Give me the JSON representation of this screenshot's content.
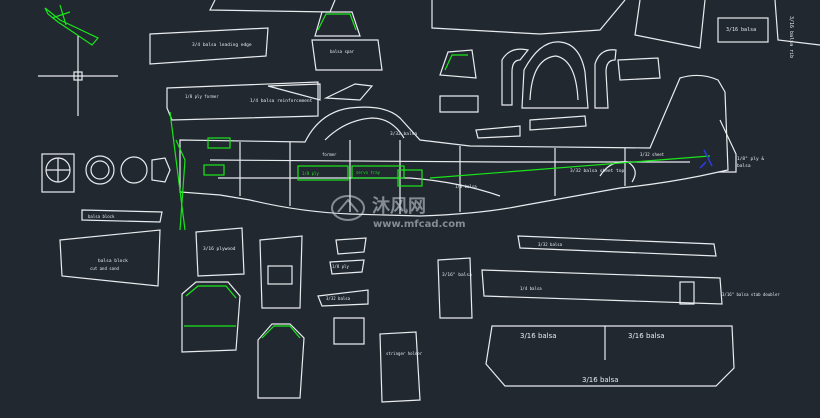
{
  "labels": {
    "balsa_a": "3/16 balsa",
    "balsa_b": "3/16 balsa",
    "balsa_c": "3/16 balsa",
    "balsa_top_right": "3/16 balsa",
    "plywood_side": "1/4 balsa reinforcement",
    "stab_note": "3/16\" balsa",
    "tail_note": "1/8\" ply &\nbalsa",
    "bottom_ref": "3/16\" balsa stab doubler",
    "lower_left_note": "3/16 plywood",
    "fuse_bottom": "3/16 balsa",
    "center_note": "1/8 ply",
    "sheet_note": "3/32 balsa sheet top",
    "fin_note": "3/16\" balsa",
    "right_rib": "3/16 balsa rib"
  },
  "watermark": {
    "brand": "沐风网",
    "url": "www.mfcad.com"
  },
  "colors": {
    "background": "#212830",
    "line": "#e9ecef",
    "highlight": "#19e619",
    "accent": "#2a3bd8"
  }
}
